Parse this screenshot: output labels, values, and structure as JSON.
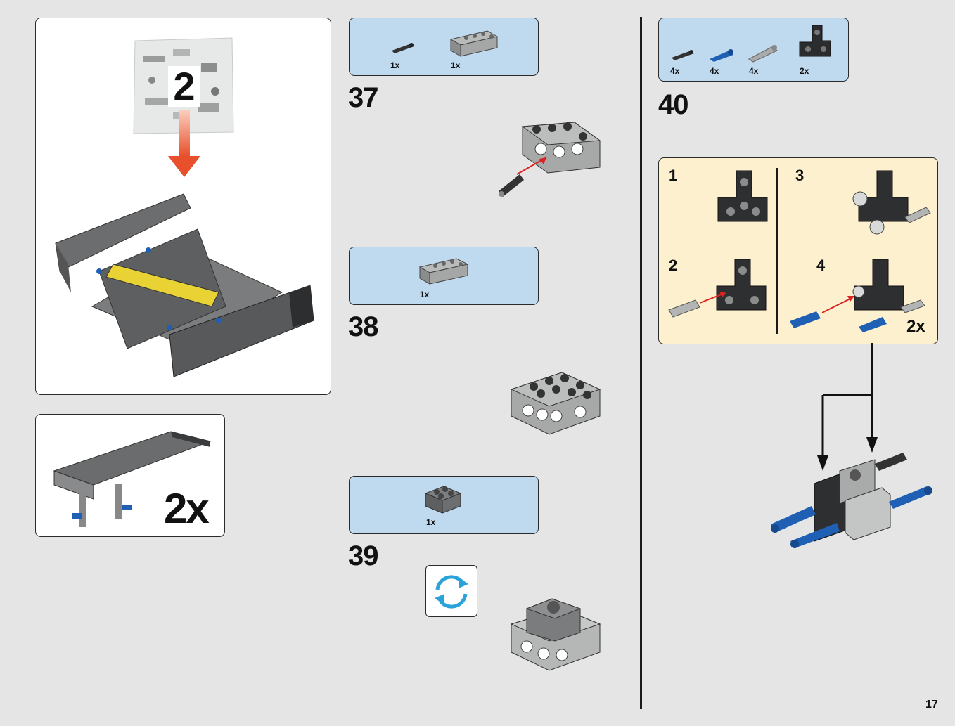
{
  "page": {
    "number": "17"
  },
  "colors": {
    "background": "#e4e5e4",
    "parts_bg": "#bfd9ef",
    "substep_bg": "#fdf0cf",
    "arrow": "#e8502b",
    "blue_pin": "#1f5fb4",
    "rotate": "#29a3d8"
  },
  "bag_panel": {
    "bag_number": "2"
  },
  "repeat_panel": {
    "multiplier": "2x"
  },
  "steps": [
    {
      "number": "37",
      "parts": [
        "1x",
        "1x"
      ]
    },
    {
      "number": "38",
      "parts": [
        "1x"
      ]
    },
    {
      "number": "39",
      "parts": [
        "1x"
      ],
      "icon": "rotate-model-icon"
    },
    {
      "number": "40",
      "parts": [
        "4x",
        "4x",
        "4x",
        "2x"
      ]
    }
  ],
  "substeps": {
    "labels": [
      "1",
      "2",
      "3",
      "4"
    ],
    "multiplier": "2x"
  }
}
